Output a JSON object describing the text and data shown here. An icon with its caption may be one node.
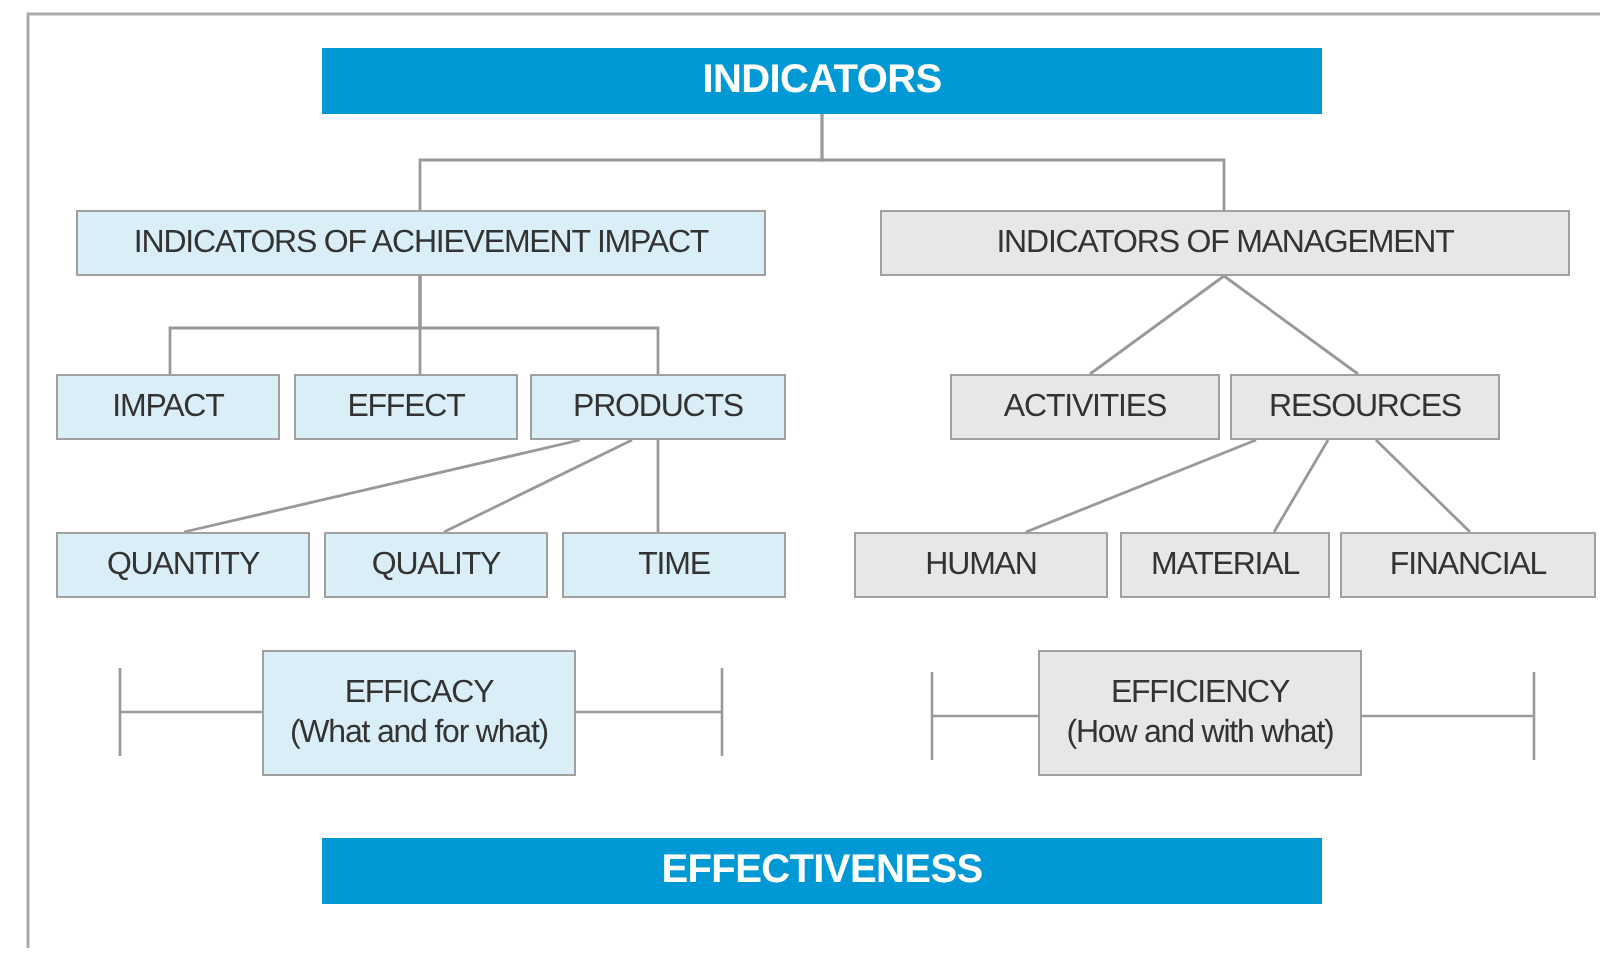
{
  "diagram": {
    "nodes": [
      {
        "text": [
          "INDICATORS"
        ]
      },
      {
        "text": [
          "INDICATORS OF ACHIEVEMENT IMPACT"
        ]
      },
      {
        "text": [
          "INDICATORS OF MANAGEMENT"
        ]
      },
      {
        "text": [
          "IMPACT"
        ]
      },
      {
        "text": [
          "EFFECT"
        ]
      },
      {
        "text": [
          "PRODUCTS"
        ]
      },
      {
        "text": [
          "ACTIVITIES"
        ]
      },
      {
        "text": [
          "RESOURCES"
        ]
      },
      {
        "text": [
          "QUANTITY"
        ]
      },
      {
        "text": [
          "QUALITY"
        ]
      },
      {
        "text": [
          "TIME"
        ]
      },
      {
        "text": [
          "HUMAN"
        ]
      },
      {
        "text": [
          "MATERIAL"
        ]
      },
      {
        "text": [
          "FINANCIAL"
        ]
      },
      {
        "text": [
          "EFFICACY",
          "(What and for what)"
        ]
      },
      {
        "text": [
          "EFFICIENCY",
          "(How and with what)"
        ]
      },
      {
        "text": [
          "EFFECTIVENESS"
        ]
      }
    ],
    "edges": [
      {
        "from": 0,
        "to": 1,
        "arrow": "none"
      },
      {
        "from": 0,
        "to": 2,
        "arrow": "none"
      },
      {
        "from": 1,
        "to": 3,
        "arrow": "none"
      },
      {
        "from": 1,
        "to": 4,
        "arrow": "none"
      },
      {
        "from": 1,
        "to": 5,
        "arrow": "none"
      },
      {
        "from": 5,
        "to": 8,
        "arrow": "none"
      },
      {
        "from": 5,
        "to": 9,
        "arrow": "none"
      },
      {
        "from": 5,
        "to": 10,
        "arrow": "none"
      },
      {
        "from": 2,
        "to": 6,
        "arrow": "none"
      },
      {
        "from": 2,
        "to": 7,
        "arrow": "none"
      },
      {
        "from": 7,
        "to": 11,
        "arrow": "none"
      },
      {
        "from": 7,
        "to": 12,
        "arrow": "none"
      },
      {
        "from": 7,
        "to": 13,
        "arrow": "none"
      }
    ]
  }
}
